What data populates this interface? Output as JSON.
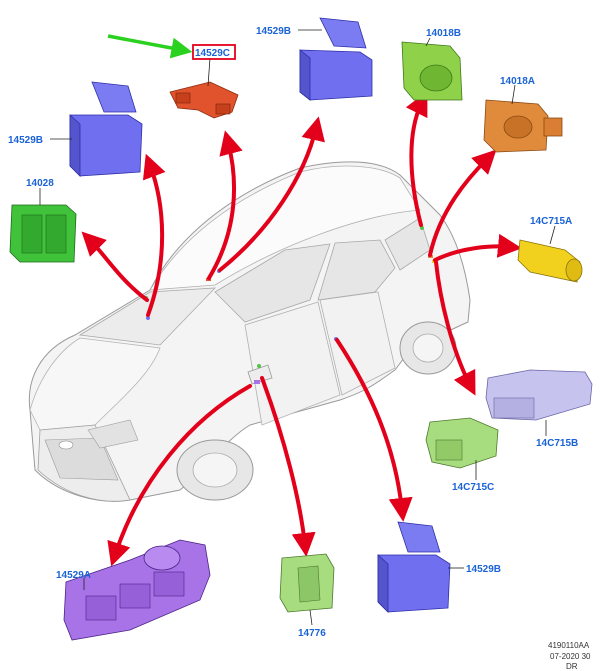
{
  "colors": {
    "label": "#1a63d6",
    "arrow_red": "#e3001b",
    "pointer_green": "#2ad11e",
    "highlight_box": "#e3001b",
    "blue_part": "#6f6ff0",
    "orange_part": "#e08a3c",
    "red_part": "#e0532c",
    "green_part": "#54c14a",
    "light_green_part": "#a7dc7f",
    "yellow_part": "#f2d11e",
    "lavender_part": "#c6c3ee",
    "purple_part": "#a873e6"
  },
  "labels": {
    "part_14529C": "14529C",
    "part_14529B_top": "14529B",
    "part_14529B_left": "14529B",
    "part_14018B": "14018B",
    "part_14018A": "14018A",
    "part_14028": "14028",
    "part_14C715A": "14C715A",
    "part_14C715B": "14C715B",
    "part_14C715C": "14C715C",
    "part_14529A": "14529A",
    "part_14776": "14776",
    "part_14529B_bottom": "14529B"
  },
  "footer": {
    "code": "4190110AA",
    "date": "07-2020 30",
    "extra": "DR"
  }
}
